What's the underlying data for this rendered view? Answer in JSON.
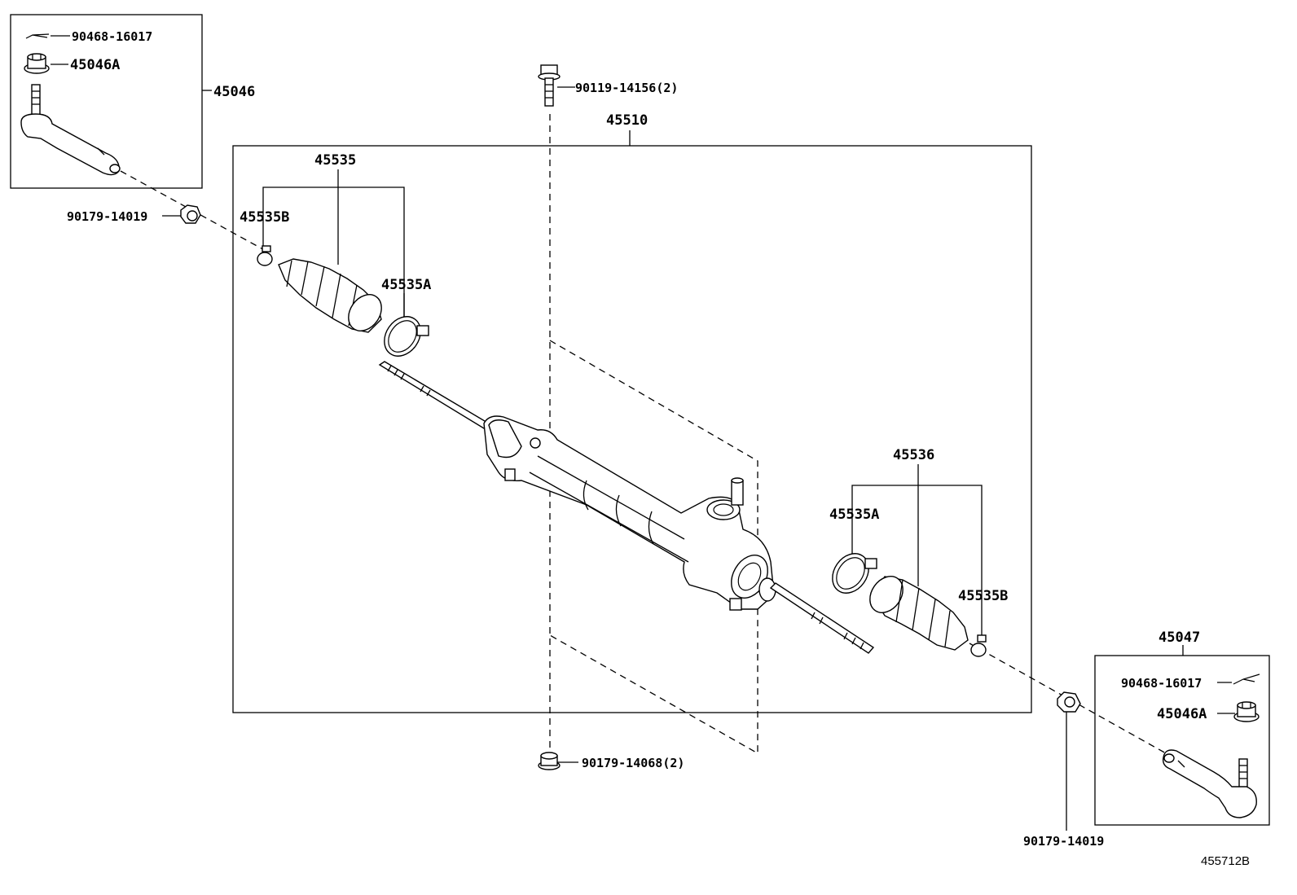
{
  "labels": {
    "tie_rod_end_lh": "45046",
    "cotter_pin_top": "90468-16017",
    "nut_top": "45046A",
    "nut_left": "90179-14019",
    "bolt_top": "90119-14156(2)",
    "gear_assy": "45510",
    "boot_kit_lh": "45535",
    "clip_lh": "45535B",
    "clamp_lh": "45535A",
    "boot_kit_rh": "45536",
    "clamp_rh": "45535A",
    "clip_rh": "45535B",
    "tie_rod_end_rh": "45047",
    "cotter_pin_bottom": "90468-16017",
    "nut_bottom": "45046A",
    "nut_mount_bottom": "90179-14068(2)",
    "nut_right": "90179-14019",
    "figure_id": "455712B"
  },
  "colors": {
    "line": "#000000",
    "background": "#ffffff"
  }
}
